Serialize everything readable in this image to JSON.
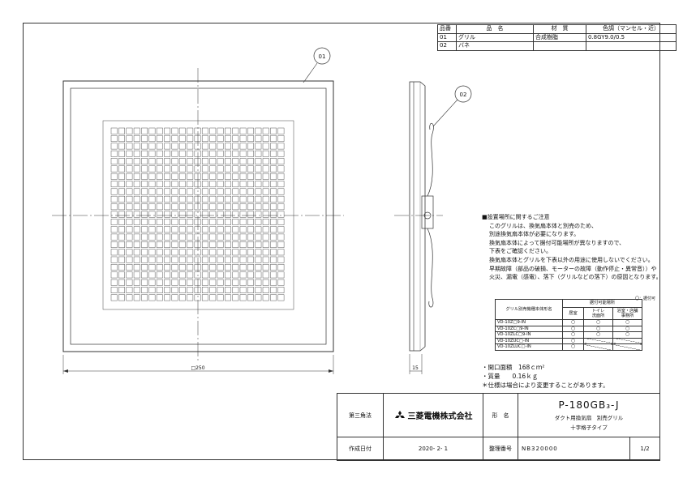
{
  "parts_table": {
    "headers": [
      "品番",
      "品　名",
      "材　質",
      "色調（マンセル・近）"
    ],
    "rows": [
      [
        "01",
        "グリル",
        "合成樹脂",
        "0.8GY9.0/0.5"
      ],
      [
        "02",
        "バネ",
        "",
        ""
      ]
    ]
  },
  "callouts": {
    "grille": "01",
    "spring": "02"
  },
  "dimensions": {
    "width": "□250",
    "depth": "15"
  },
  "notes": {
    "heading": "■設置場所に関するご注意",
    "lines": [
      "このグリルは、換気扇本体と別売のため、",
      "別途換気扇本体が必要になります。",
      "換気扇本体によって据付可能場所が異なりますので、",
      "下表をご確認ください。",
      "換気扇本体とグリルを下表以外の用途に使用しないでください。",
      "早期故障（部品の破損、モーターの故障（動作停止・異常音））や",
      "火災、漏電（感電）、落下（グリルなどの落下）の原因となります。"
    ]
  },
  "install_table": {
    "legend": "〇：据付可",
    "col_model": "グリル別売機種本体形名",
    "col_group": "据付可能場所",
    "col_living": "居室",
    "col_toilet": "トイレ\n洗面所",
    "col_kitchen": "浴室・店舗\n事務所",
    "rows": [
      {
        "model": "VD-10Z□9-IN",
        "living": "○",
        "toilet": "○",
        "kitchen": "○"
      },
      {
        "model": "VD-10ZC□9-IN",
        "living": "○",
        "toilet": "○",
        "kitchen": "○"
      },
      {
        "model": "VD-10ZLC□9-IN",
        "living": "○",
        "toilet": "○",
        "kitchen": "○"
      },
      {
        "model": "VD-10ZUC□-IN",
        "living": "○",
        "toilet": "",
        "kitchen": ""
      },
      {
        "model": "VD-10ZLUC□-IN",
        "living": "○",
        "toilet": "",
        "kitchen": ""
      }
    ]
  },
  "specs": {
    "opening": "・開口面積　168ｃｍ²",
    "mass": "・質量　　0.16ｋｇ",
    "note": "＊仕様は場合により変更することがあります。"
  },
  "title_block": {
    "angle_label": "第三角法",
    "company": "三菱電機株式会社",
    "name_label": "形　名",
    "model": "P-180GB₃-J",
    "desc1": "ダクト用換気扇　別売グリル",
    "desc2": "十字格子タイプ",
    "date_label": "作成日付",
    "date": "2020- 2- 1",
    "number_label": "整理番号",
    "drawing_number": "NB320000",
    "sheet": "1/2"
  }
}
